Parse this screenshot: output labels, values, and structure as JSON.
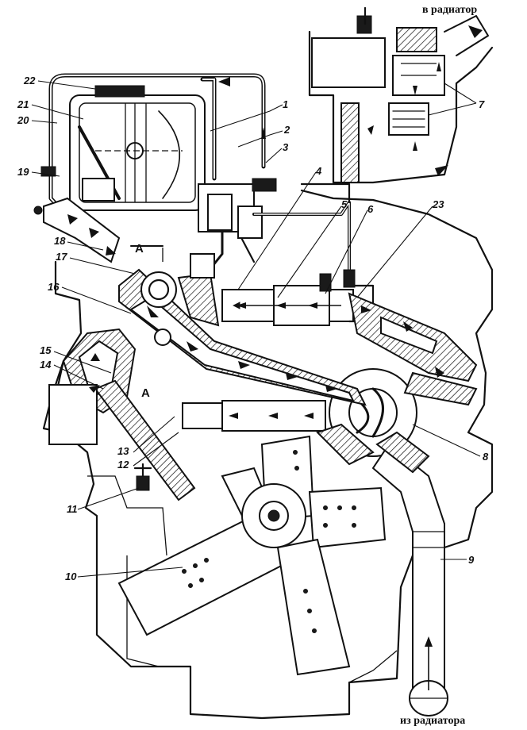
{
  "captions": {
    "to_radiator": "в радиатор",
    "from_radiator": "из радиатора"
  },
  "section_marks": {
    "upper": "А",
    "lower": "А"
  },
  "callouts": [
    "1",
    "2",
    "3",
    "4",
    "5",
    "6",
    "7",
    "8",
    "9",
    "10",
    "11",
    "12",
    "13",
    "14",
    "15",
    "16",
    "17",
    "18",
    "19",
    "20",
    "21",
    "22",
    "23"
  ],
  "colors": {
    "ink": "#111111",
    "paper": "#ffffff"
  }
}
